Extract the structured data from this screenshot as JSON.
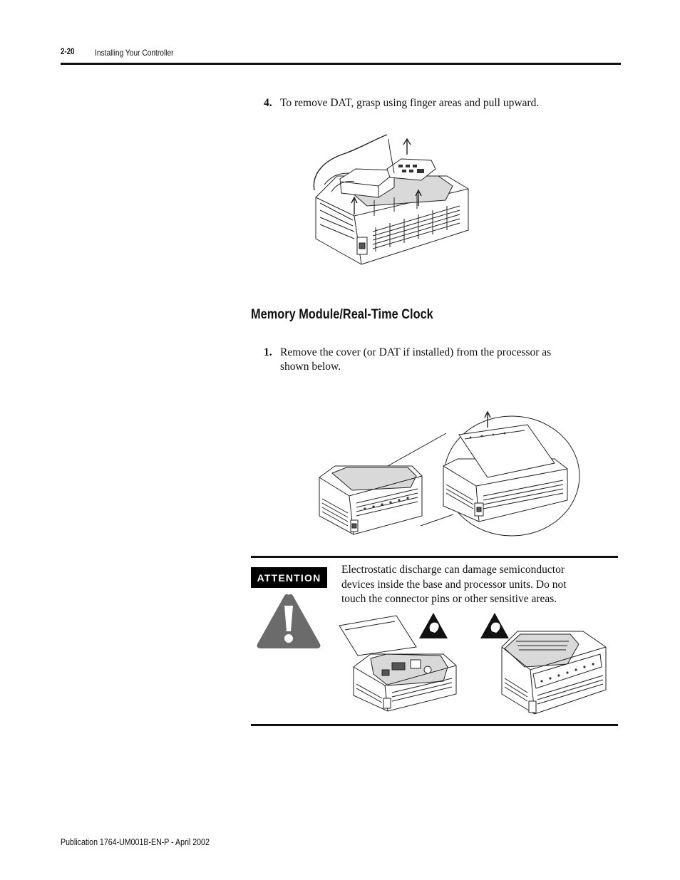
{
  "header": {
    "page_number": "2-20",
    "chapter_title": "Installing Your Controller"
  },
  "steps_dat": [
    {
      "number": "4.",
      "text": "To remove DAT, grasp using finger areas and pull upward."
    }
  ],
  "section": {
    "heading": "Memory Module/Real-Time Clock"
  },
  "steps_memory": [
    {
      "number": "1.",
      "line1": "Remove the cover (or DAT if installed) from the processor as",
      "line2": "shown below."
    }
  ],
  "attention": {
    "label": "ATTENTION",
    "line1": "Electrostatic discharge can damage semiconductor",
    "line2": "devices inside the base and processor units. Do not",
    "line3": "touch the connector pins or other sensitive areas."
  },
  "footer": {
    "publication": "Publication 1764-UM001B-EN-P - April 2002"
  }
}
